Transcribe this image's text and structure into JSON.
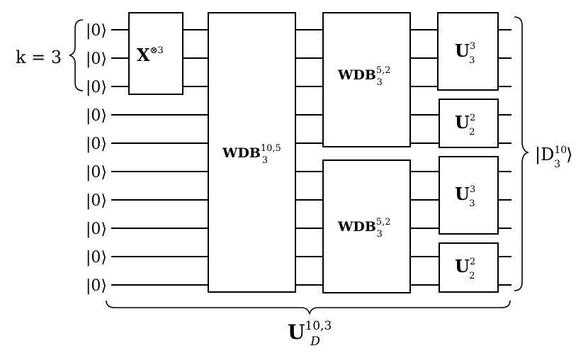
{
  "input_state": "|0⟩",
  "k_label": "k = 3",
  "output_state": {
    "base": "|D",
    "sub": "3",
    "sup": "10",
    "close": "⟩"
  },
  "overall_unitary": {
    "base": "U",
    "sub": "D",
    "sup": "10,3"
  },
  "gates": {
    "x_gate": {
      "base": "X",
      "sup": "⊗3"
    },
    "wdb_outer": {
      "base": "WDB",
      "sub": "3",
      "sup": "10,5"
    },
    "wdb_upper": {
      "base": "WDB",
      "sub": "3",
      "sup": "5,2"
    },
    "wdb_lower": {
      "base": "WDB",
      "sub": "3",
      "sup": "5,2"
    },
    "u_top": {
      "base": "U",
      "sub": "3",
      "sup": "3"
    },
    "u_second": {
      "base": "U",
      "sub": "2",
      "sup": "2"
    },
    "u_third": {
      "base": "U",
      "sub": "3",
      "sup": "3"
    },
    "u_bottom": {
      "base": "U",
      "sub": "2",
      "sup": "2"
    }
  },
  "qubit_count": 10
}
